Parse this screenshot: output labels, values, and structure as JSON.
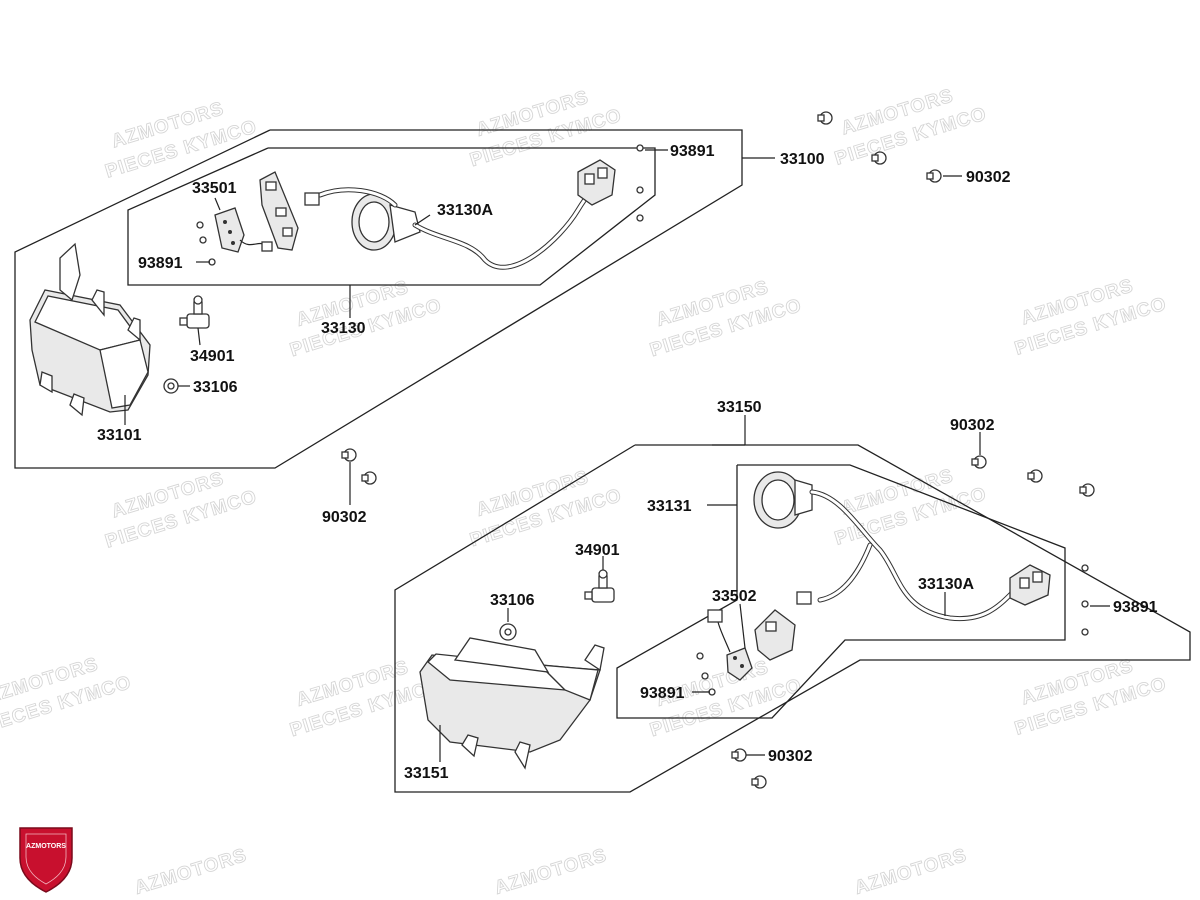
{
  "watermark": {
    "line1": "AZMOTORS",
    "line2": "PIECES KYMCO"
  },
  "logo": {
    "text": "AZMOTORS",
    "color": "#c8102e"
  },
  "parts": {
    "p33100": "33100",
    "p93891_top": "93891",
    "p90302_top": "90302",
    "p33501": "33501",
    "p33130A_top": "33130A",
    "p93891_left": "93891",
    "p33130": "33130",
    "p34901_top": "34901",
    "p33106_top": "33106",
    "p33101": "33101",
    "p90302_mid": "90302",
    "p33150": "33150",
    "p90302_right": "90302",
    "p33131": "33131",
    "p34901_bot": "34901",
    "p33106_bot": "33106",
    "p33502": "33502",
    "p33130A_bot": "33130A",
    "p93891_right": "93891",
    "p93891_bot": "93891",
    "p33151": "33151",
    "p90302_bot": "90302"
  }
}
